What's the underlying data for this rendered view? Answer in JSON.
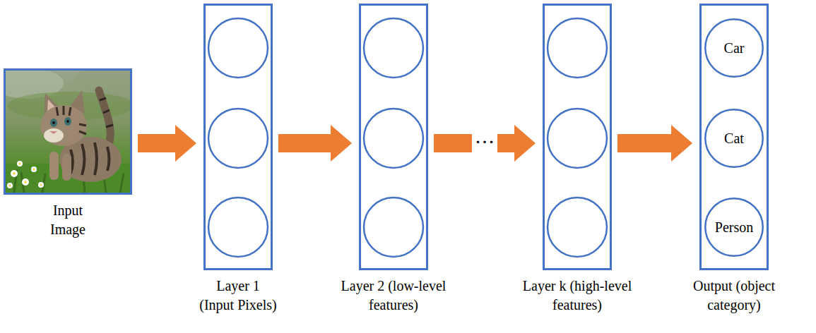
{
  "diagram": {
    "nodes": [
      {
        "text": [
          "Input Image"
        ]
      },
      {
        "text": [
          "Layer 1 (Input Pixels)"
        ]
      },
      {
        "text": [
          "Layer 2 (low-level features)"
        ]
      },
      {
        "text": [
          "Layer k (high-level features)"
        ]
      },
      {
        "text": [
          "Output (object category)"
        ]
      },
      {
        "text": [
          "Car"
        ],
        "in": 4
      },
      {
        "text": [
          "Cat"
        ],
        "in": 4
      },
      {
        "text": [
          "Person"
        ],
        "in": 4
      }
    ],
    "edges": [
      {
        "from": 0,
        "to": 1,
        "arrow": "to"
      },
      {
        "from": 1,
        "to": 2,
        "arrow": "to"
      },
      {
        "from": 2,
        "to": 3,
        "label": "...",
        "arrow": "to"
      },
      {
        "from": 3,
        "to": 4,
        "arrow": "to"
      }
    ]
  }
}
